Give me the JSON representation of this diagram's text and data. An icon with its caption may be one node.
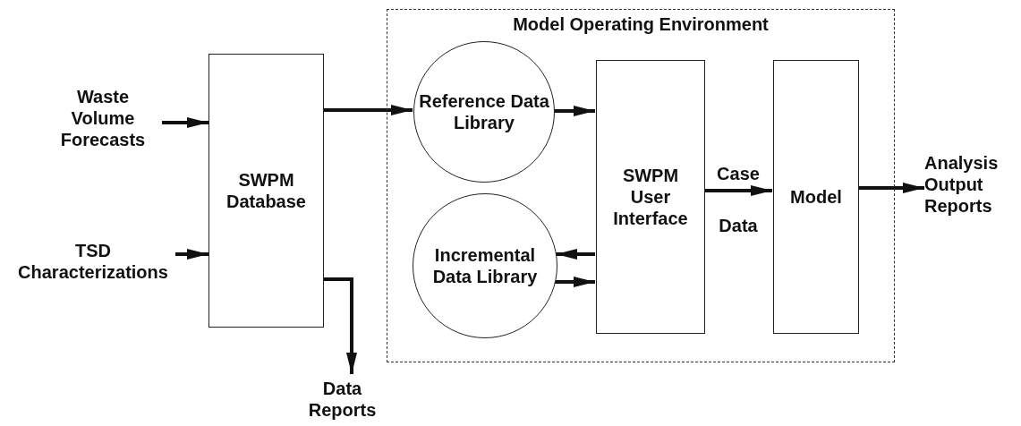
{
  "diagram": {
    "nodes": [
      {
        "text": [
          "Waste Volume Forecasts"
        ]
      },
      {
        "text": [
          "TSD Characterizations"
        ]
      },
      {
        "text": [
          "SWPM Database"
        ]
      },
      {
        "text": [
          "Model Operating Environment"
        ]
      },
      {
        "text": [
          "Reference Data Library"
        ],
        "in": 3
      },
      {
        "text": [
          "Incremental Data Library"
        ],
        "in": 3
      },
      {
        "text": [
          "SWPM User Interface"
        ],
        "in": 3
      },
      {
        "text": [
          "Model"
        ],
        "in": 3
      },
      {
        "text": [
          "Analysis Output Reports"
        ]
      },
      {
        "text": [
          "Data Reports"
        ]
      }
    ],
    "edges": [
      {
        "from": 0,
        "to": 2,
        "arrow": "to"
      },
      {
        "from": 1,
        "to": 2,
        "arrow": "to"
      },
      {
        "from": 2,
        "to": 4,
        "arrow": "to"
      },
      {
        "from": 2,
        "to": 9,
        "arrow": "to"
      },
      {
        "from": 4,
        "to": 6,
        "arrow": "to"
      },
      {
        "from": 6,
        "to": 5,
        "arrow": "to"
      },
      {
        "from": 5,
        "to": 6,
        "arrow": "to"
      },
      {
        "from": 6,
        "to": 7,
        "label": "Case Data",
        "arrow": "to"
      },
      {
        "from": 7,
        "to": 8,
        "arrow": "to"
      }
    ]
  }
}
